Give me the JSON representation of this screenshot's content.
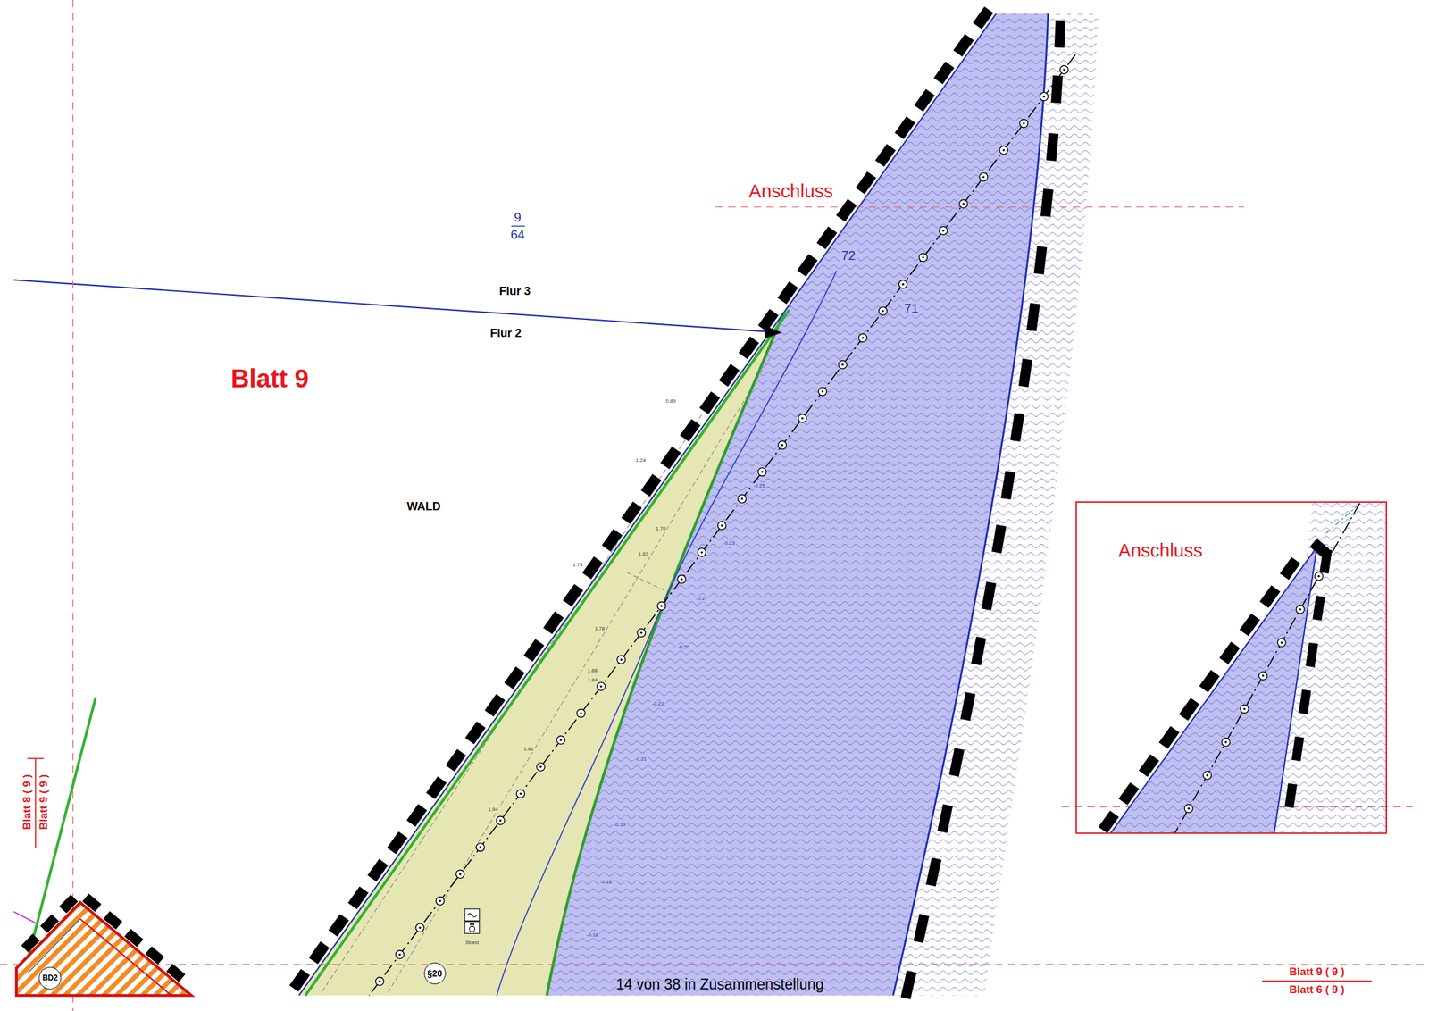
{
  "diagram": {
    "nodes": [
      {
        "text": [
          "Anschluss"
        ]
      },
      {
        "text": [
          "§20"
        ]
      },
      {
        "text": [
          "BD2"
        ]
      }
    ],
    "labels": [
      "Anschluss",
      "9",
      "64",
      "72",
      "Flur 3",
      "71",
      "Flur 2",
      "Blatt 9",
      "0.89",
      "1.24",
      "-0.25",
      "WALD",
      "1.70",
      "-0.23",
      "1.63",
      "1.74",
      "-0.27",
      "1.78",
      "-0.20",
      "1.88",
      "1.84",
      "-0.21",
      "1.81",
      "-0.21",
      "Blatt 8 ( 9 )",
      "Blatt 9 ( 9 )",
      "1.94",
      "-0.19",
      "-0.18",
      "Strand",
      "-0.18",
      "14 von 38 in Zusammenstellung",
      "Blatt 9 ( 9 )",
      "Blatt 6 ( 9 )"
    ]
  }
}
